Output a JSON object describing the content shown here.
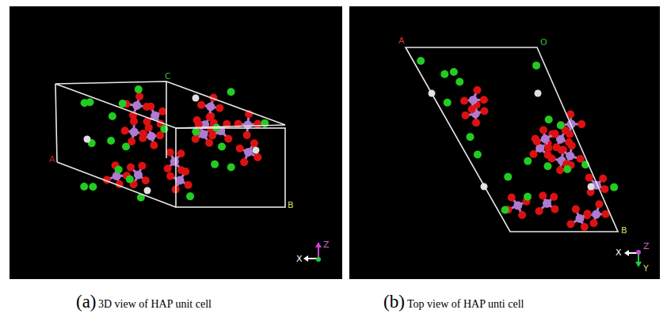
{
  "diagram": {
    "labels": [
      "C",
      "B",
      "A",
      "Z",
      "X",
      "A",
      "O",
      "B",
      "X",
      "Z",
      "Y",
      "(a)",
      "3D view of HAP unit cell",
      "(b)",
      "Top view of HAP unti cell"
    ]
  }
}
